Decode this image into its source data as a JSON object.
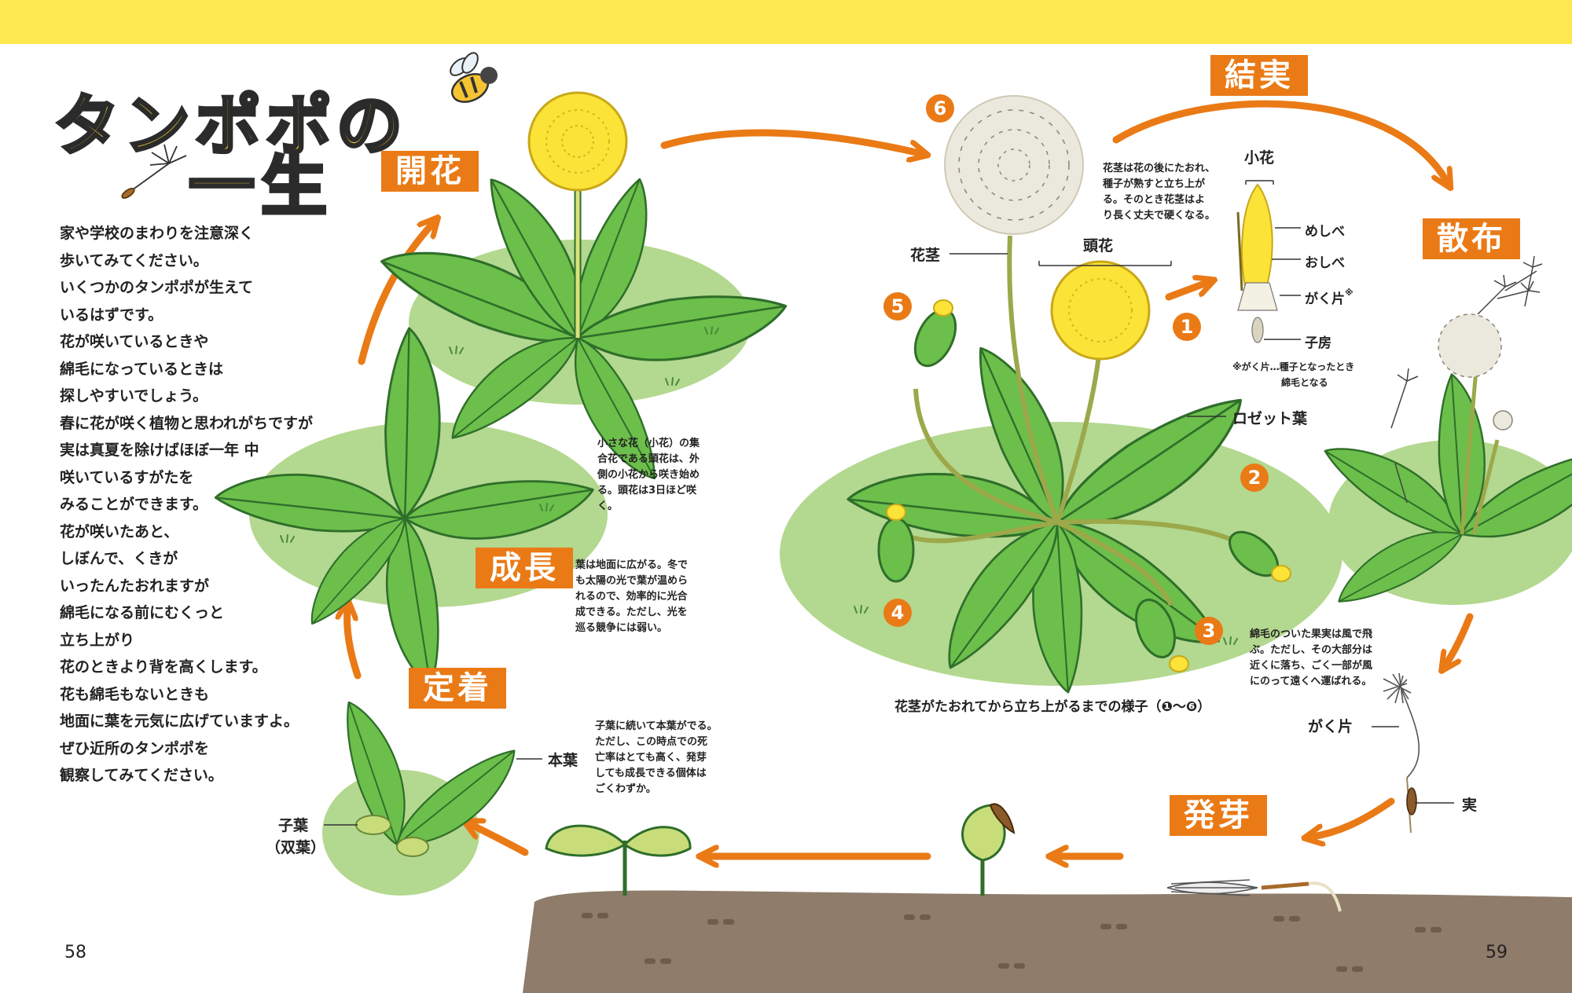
{
  "colors": {
    "topbar": "#fde94f",
    "accent": "#ea7a16",
    "leaf": "#6cbf4b",
    "leaf_dark": "#2f6e2a",
    "ground": "#8f7c6a",
    "grass_patch": "#b3d88f",
    "flower": "#fbe338"
  },
  "title": {
    "line1": "タンポポの",
    "line2": "一生"
  },
  "intro": [
    "家や学校のまわりを注意深く",
    "歩いてみてください。",
    "いくつかのタンポポが生えて",
    "いるはずです。",
    "花が咲いているときや",
    "綿毛になっているときは",
    "探しやすいでしょう。",
    "春に花が咲く植物と思われがちですが",
    "実は真夏を除けばほぼ一年 中",
    "咲いているすがたを",
    "みることができます。",
    "花が咲いたあと、",
    "しぼんで、くきが",
    "いったんたおれますが",
    "綿毛になる前にむくっと",
    "立ち上がり",
    "花のときより背を高くします。",
    "花も綿毛もないときも",
    "地面に葉を元気に広げていますよ。",
    "ぜひ近所のタンポポを",
    "観察してみてください。"
  ],
  "stages": {
    "kaika": "開花",
    "seicho": "成長",
    "teichaku": "定着",
    "ketsujitsu": "結実",
    "sanpu": "散布",
    "hatsuga": "発芽"
  },
  "notes": {
    "kaika": [
      "小さな花（小花）の集",
      "合花である頭花は、外",
      "側の小花から咲き始め",
      "る。頭花は3日ほど咲",
      "く。"
    ],
    "seicho": [
      "葉は地面に広がる。冬で",
      "も太陽の光で葉が温めら",
      "れるので、効率的に光合",
      "成できる。ただし、光を",
      "巡る競争には弱い。"
    ],
    "teichaku": [
      "子葉に続いて本葉がでる。",
      "ただし、この時点での死",
      "亡率はとても高く、発芽",
      "しても成長できる個体は",
      "ごくわずか。"
    ],
    "ketsujitsu": [
      "花茎は花の後にたおれ、",
      "種子が熟すと立ち上が",
      "る。そのとき花茎はよ",
      "り長く丈夫で硬くなる。"
    ],
    "sanpu": [
      "綿毛のついた果実は風で飛",
      "ぶ。ただし、その大部分は",
      "近くに落ち、ごく一部が風",
      "にのって遠くへ運ばれる。"
    ]
  },
  "labels": {
    "shoka": "小花",
    "meshibe": "めしべ",
    "oshibe": "おしべ",
    "gakuhen": "がく片",
    "gakuhen_mark": "※",
    "shibo": "子房",
    "gakuhen_note_1": "※がく片…種子となったとき",
    "gakuhen_note_2": "綿毛となる",
    "katei": "花茎",
    "touka": "頭花",
    "rosette": "ロゼット葉",
    "caption": "花茎がたおれてから立ち上がるまでの様子（❶～❻）",
    "gakuhen2": "がく片",
    "mi": "実",
    "honba": "本葉",
    "shiyo": "子葉",
    "soyo": "（双葉）"
  },
  "numbers": [
    "1",
    "2",
    "3",
    "4",
    "5",
    "6"
  ],
  "pages": {
    "left": "58",
    "right": "59"
  }
}
